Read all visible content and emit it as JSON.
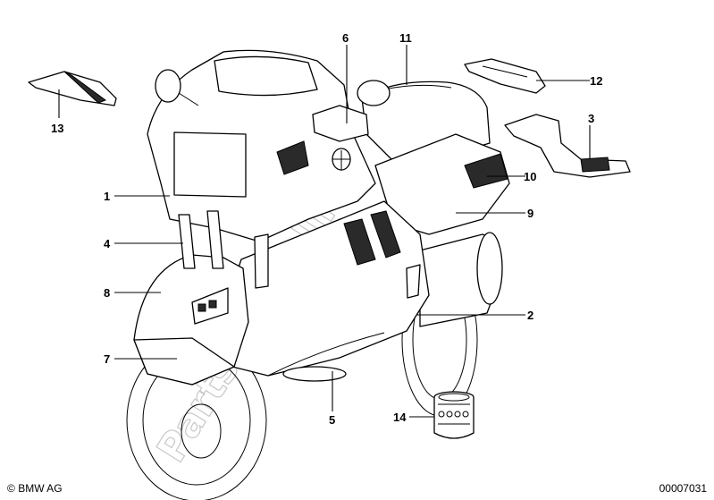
{
  "callouts": [
    "1",
    "2",
    "3",
    "4",
    "5",
    "6",
    "7",
    "8",
    "9",
    "10",
    "11",
    "12",
    "13",
    "14"
  ],
  "watermark": "PartsRepublik",
  "footer": {
    "copyright_symbol": "©",
    "copyright_text": "BMW AG",
    "drawing_number": "00007031"
  },
  "colors": {
    "ink": "#000000",
    "paper": "#ffffff",
    "watermark": "#9a9a9a"
  }
}
